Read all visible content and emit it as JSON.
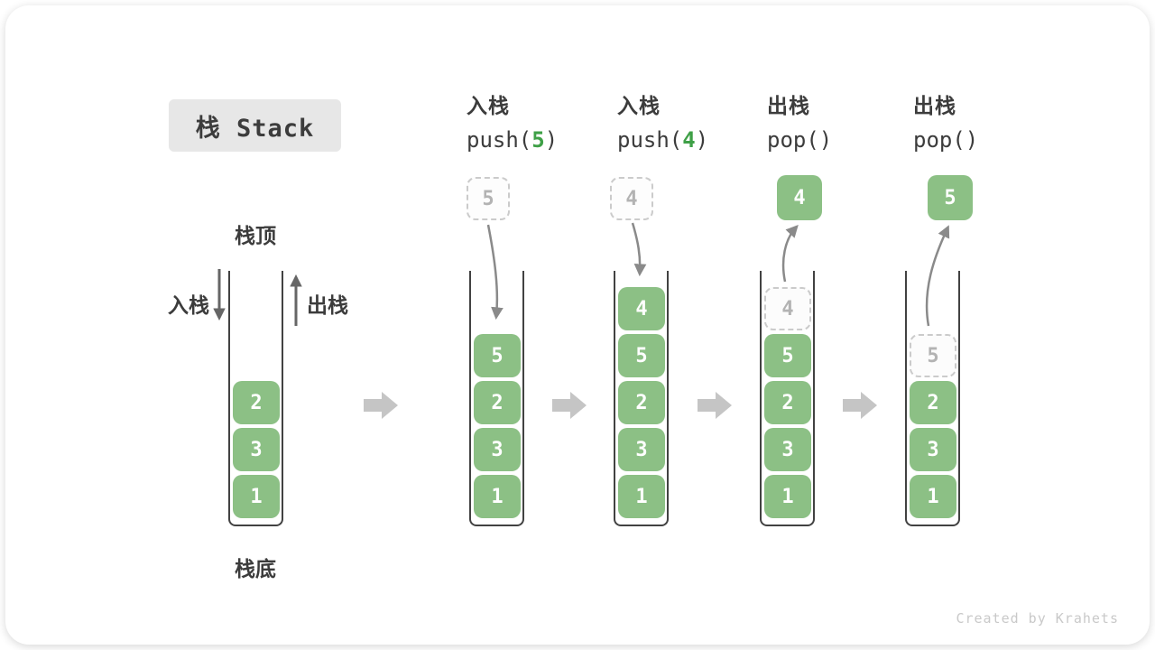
{
  "title": {
    "label": "栈 Stack"
  },
  "legend": {
    "top_label": "栈顶",
    "bottom_label": "栈底",
    "push_label": "入栈",
    "pop_label": "出栈"
  },
  "base_stack": {
    "items": [
      "2",
      "3",
      "1"
    ]
  },
  "steps": [
    {
      "op": "入栈",
      "code": {
        "pre": "push(",
        "arg": "5",
        "post": ")"
      },
      "floating": {
        "value": "5",
        "variant": "pending"
      },
      "items": [
        {
          "value": "5",
          "variant": "solid"
        },
        {
          "value": "2",
          "variant": "solid"
        },
        {
          "value": "3",
          "variant": "solid"
        },
        {
          "value": "1",
          "variant": "solid"
        }
      ]
    },
    {
      "op": "入栈",
      "code": {
        "pre": "push(",
        "arg": "4",
        "post": ")"
      },
      "floating": {
        "value": "4",
        "variant": "pending"
      },
      "items": [
        {
          "value": "4",
          "variant": "solid"
        },
        {
          "value": "5",
          "variant": "solid"
        },
        {
          "value": "2",
          "variant": "solid"
        },
        {
          "value": "3",
          "variant": "solid"
        },
        {
          "value": "1",
          "variant": "solid"
        }
      ]
    },
    {
      "op": "出栈",
      "code": {
        "pre": "pop(",
        "arg": "",
        "post": ")"
      },
      "floating": {
        "value": "4",
        "variant": "popped"
      },
      "items": [
        {
          "value": "4",
          "variant": "ghost"
        },
        {
          "value": "5",
          "variant": "solid"
        },
        {
          "value": "2",
          "variant": "solid"
        },
        {
          "value": "3",
          "variant": "solid"
        },
        {
          "value": "1",
          "variant": "solid"
        }
      ]
    },
    {
      "op": "出栈",
      "code": {
        "pre": "pop(",
        "arg": "",
        "post": ")"
      },
      "floating": {
        "value": "5",
        "variant": "popped"
      },
      "items": [
        {
          "value": "5",
          "variant": "ghost"
        },
        {
          "value": "2",
          "variant": "solid"
        },
        {
          "value": "3",
          "variant": "solid"
        },
        {
          "value": "1",
          "variant": "solid"
        }
      ]
    }
  ],
  "footer": {
    "credit": "Created by Krahets"
  },
  "colors": {
    "green": "#8CC085",
    "code-green": "#3FA047",
    "wall": "#424242",
    "arrow": "#8A8A8A",
    "dark-arrow": "#666666",
    "block": "#C5C5C5",
    "ghost-border": "#CBCBCB",
    "ghost-text": "#B3B3B3",
    "text": "#3C3C3C",
    "title-bg": "#E7E7E7",
    "credit": "#C9C9C9",
    "cell-text": "#FFFFFF"
  }
}
